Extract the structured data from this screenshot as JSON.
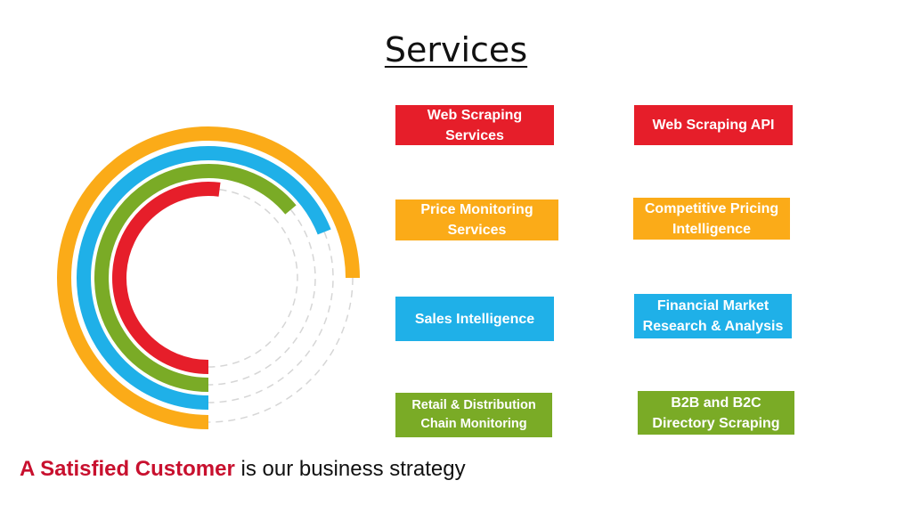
{
  "title": "Services",
  "services": [
    {
      "label": "Web Scraping Services",
      "color": "#e61e2a"
    },
    {
      "label": "Web Scraping API",
      "color": "#e61e2a"
    },
    {
      "label": "Price Monitoring Services",
      "color": "#fbab18"
    },
    {
      "label": "Competitive Pricing Intelligence",
      "color": "#fbab18"
    },
    {
      "label": "Sales Intelligence",
      "color": "#1fb0e8"
    },
    {
      "label": "Financial Market Research & Analysis",
      "color": "#1fb0e8"
    },
    {
      "label": "Retail & Distribution Chain Monitoring",
      "color": "#7aab26"
    },
    {
      "label": "B2B and B2C Directory Scraping",
      "color": "#7aab26"
    }
  ],
  "tagline": {
    "emphasis": "A Satisfied Customer",
    "rest": " is our business strategy"
  },
  "rings": [
    {
      "name": "orange",
      "color": "#fbab18",
      "fill_fraction": 0.75
    },
    {
      "name": "blue",
      "color": "#1fb0e8",
      "fill_fraction": 0.69
    },
    {
      "name": "green",
      "color": "#7aab26",
      "fill_fraction": 0.64
    },
    {
      "name": "red",
      "color": "#e61e2a",
      "fill_fraction": 0.52
    }
  ]
}
